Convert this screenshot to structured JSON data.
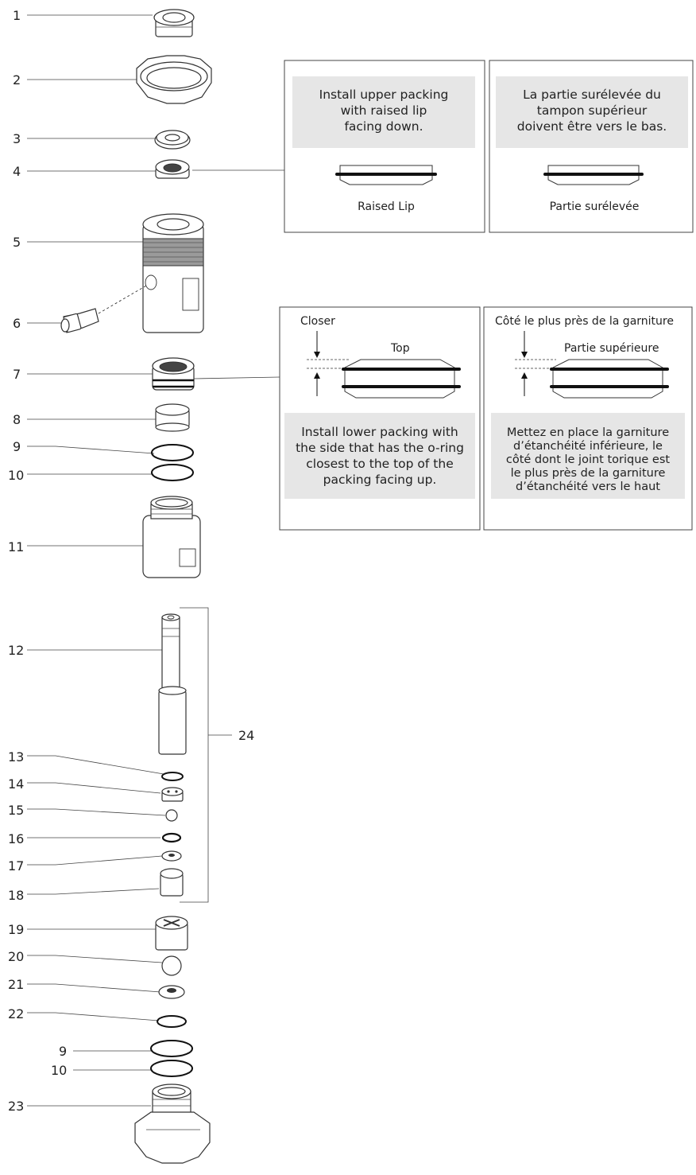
{
  "part_numbers": {
    "p1": "1",
    "p2": "2",
    "p3": "3",
    "p4": "4",
    "p5": "5",
    "p6": "6",
    "p7": "7",
    "p8": "8",
    "p9": "9",
    "p10": "10",
    "p11": "11",
    "p12": "12",
    "p13": "13",
    "p14": "14",
    "p15": "15",
    "p16": "16",
    "p17": "17",
    "p18": "18",
    "p19": "19",
    "p20": "20",
    "p21": "21",
    "p22": "22",
    "p9b": "9",
    "p10b": "10",
    "p23": "23",
    "p24": "24"
  },
  "upper_packing_box": {
    "en_text": [
      "Install upper packing",
      "with raised lip",
      "facing down."
    ],
    "en_label": "Raised Lip",
    "fr_text": [
      "La partie surélevée du",
      "tampon supérieur",
      "doivent être vers le bas."
    ],
    "fr_label": "Partie surélevée"
  },
  "lower_packing_box": {
    "en_closer": "Closer",
    "en_top": "Top",
    "en_text": [
      "Install lower packing with",
      "the side that has the o-ring",
      "closest to the top of the",
      "packing facing up."
    ],
    "fr_closer": "Côté le plus près de la garniture",
    "fr_top": "Partie supérieure",
    "fr_text": [
      "Mettez en place la garniture",
      "d’étanchéité inférieure, le",
      "côté dont le joint torique est",
      "le  plus près de la garniture",
      "d’étanchéité vers le haut"
    ]
  },
  "colors": {
    "box_fill": "#e6e6e6",
    "line": "#333333",
    "oring": "#111111"
  }
}
